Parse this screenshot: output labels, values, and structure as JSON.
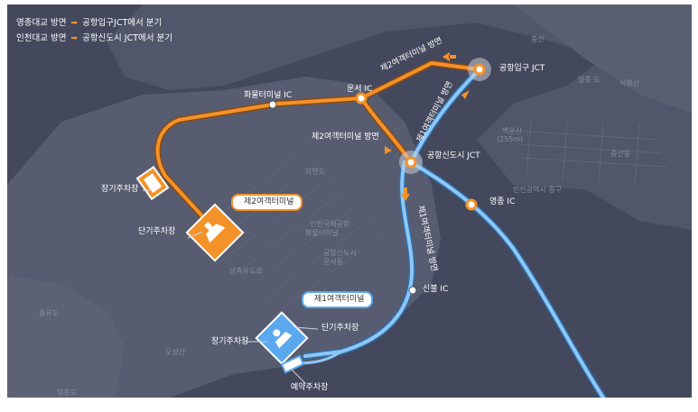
{
  "legend": {
    "line1_from": "영종대교 방면",
    "line1_to": "공항입구JCT에서 분기",
    "line2_from": "인천대교 방면",
    "line2_to": "공항신도시 JCT에서 분기",
    "arrow_glyph": "➡"
  },
  "colors": {
    "orange_route": "#f4922a",
    "blue_route": "#8ec7f5",
    "sea": "#44485c",
    "land": "#55596c"
  },
  "places": {
    "airport_entrance_jct": "공항입구 JCT",
    "airport_newtown_jct": "공항신도시 JCT",
    "unseo_ic": "운서 IC",
    "cargo_terminal_ic": "화물터미널 IC",
    "yeongjong_ic": "영종 IC",
    "sinbul_ic": "신불 IC",
    "t2_direction_upper": "제2여객터미널 방면",
    "t2_direction_lower": "제2여객터미널 방면",
    "t1_direction": "제1여객터미널 방면",
    "t1_direction_rotated": "제1여객터미널 방면"
  },
  "terminal2": {
    "name": "제2여객터미널",
    "long_term_parking": "장기주차장",
    "short_term_parking": "단기주차장"
  },
  "terminal1": {
    "name": "제1여객터미널",
    "long_term_parking": "장기주차장",
    "short_term_parking": "단기주차장",
    "reserved_parking": "예약주차장"
  },
  "background_labels": {
    "yeongjongdo": "영종도",
    "yongyudo": "용유도",
    "yeongjong_north": "영종 도",
    "seokhwasan": "석화산",
    "baegunsan": "백운산",
    "baegunsan_height": "(255m)",
    "incheon_airport": "인천국제공항",
    "cargo_terminal": "화물터미널",
    "airport_town": "공항신도시",
    "jungsan": "중산동",
    "unseo": "운서동",
    "osangsan": "오성산",
    "yeongjong_interchange": "인천광역시 중구",
    "small_1": "남측유도로",
    "small_2": "자연도",
    "small_3": "송산"
  }
}
